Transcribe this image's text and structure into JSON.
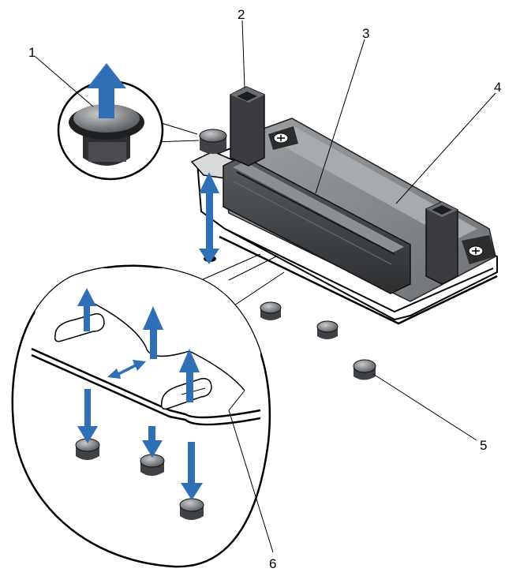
{
  "callouts": [
    {
      "label": "1"
    },
    {
      "label": "2"
    },
    {
      "label": "3"
    },
    {
      "label": "4"
    },
    {
      "label": "5"
    },
    {
      "label": "6"
    }
  ],
  "colors": {
    "arrow_blue": "#2e6fb5",
    "body_gray": "#7c7f82",
    "dark_gray": "#3d3f42",
    "light_gray": "#b9bcbf",
    "line": "#000000"
  },
  "icons": {
    "arrow": "blue-direction-arrow",
    "screw": "phillips-screw-icon",
    "standoff": "standoff-post-icon"
  }
}
